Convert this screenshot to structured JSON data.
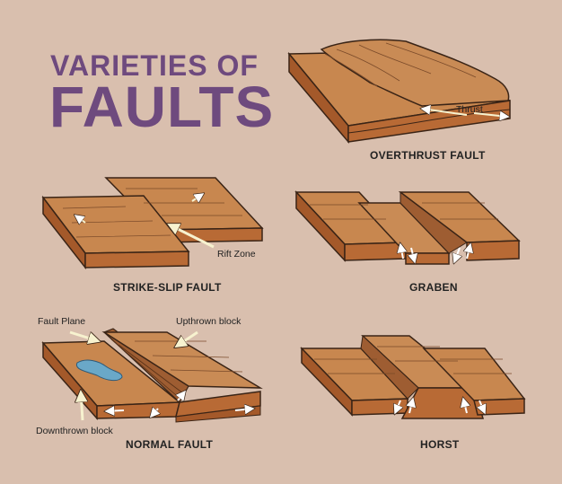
{
  "title": {
    "line1": "VARIETIES OF",
    "line2": "FAULTS"
  },
  "faults": {
    "overthrust": {
      "caption": "OVERTHRUST FAULT",
      "arrow_label": "Thrust"
    },
    "strike_slip": {
      "caption": "STRIKE-SLIP FAULT",
      "arrow_label": "Rift Zone"
    },
    "graben": {
      "caption": "GRABEN"
    },
    "normal": {
      "caption": "NORMAL FAULT",
      "fault_plane": "Fault Plane",
      "upthrown": "Upthrown block",
      "downthrown": "Downthrown block"
    },
    "horst": {
      "caption": "HORST"
    }
  },
  "colors": {
    "background": "#d9bfae",
    "title": "#6e4a7e",
    "rock_top": "#c8874f",
    "rock_side": "#a4592a",
    "rock_front": "#b86a35",
    "outline": "#3a2416",
    "arrow": "#f7f2cf"
  }
}
